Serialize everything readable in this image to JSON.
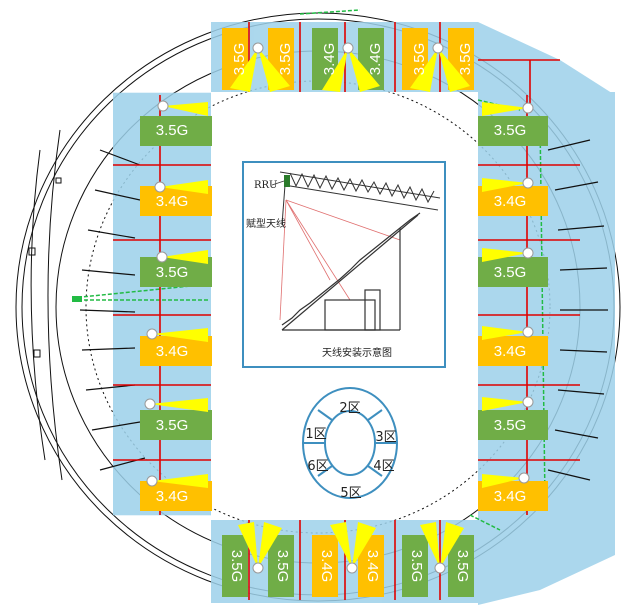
{
  "colors": {
    "band_3_5g": "#70ad47",
    "band_3_4g": "#ffc000",
    "antenna_beam": "#ffff00",
    "coverage_fill": "#9dd1ea",
    "cut_line": "#e00000",
    "stand_line": "#111111",
    "cable_green": "#22bb44",
    "frame_border": "#3e8fbf"
  },
  "labels": {
    "band_3_5g": "3.5G",
    "band_3_4g": "3.4G"
  },
  "top_row": [
    "3.5G",
    "3.5G",
    "3.4G",
    "3.4G",
    "3.5G",
    "3.5G"
  ],
  "bottom_row": [
    "3.5G",
    "3.5G",
    "3.4G",
    "3.4G",
    "3.5G",
    "3.5G"
  ],
  "left_column": [
    "3.5G",
    "3.4G",
    "3.5G",
    "3.4G",
    "3.5G",
    "3.4G"
  ],
  "right_column": [
    "3.5G",
    "3.4G",
    "3.5G",
    "3.4G",
    "3.5G",
    "3.4G"
  ],
  "inset": {
    "rru_label": "RRU",
    "antenna_label": "赋型天线",
    "caption": "天线安装示意图"
  },
  "zones": [
    "1区",
    "2区",
    "3区",
    "4区",
    "5区",
    "6区"
  ]
}
